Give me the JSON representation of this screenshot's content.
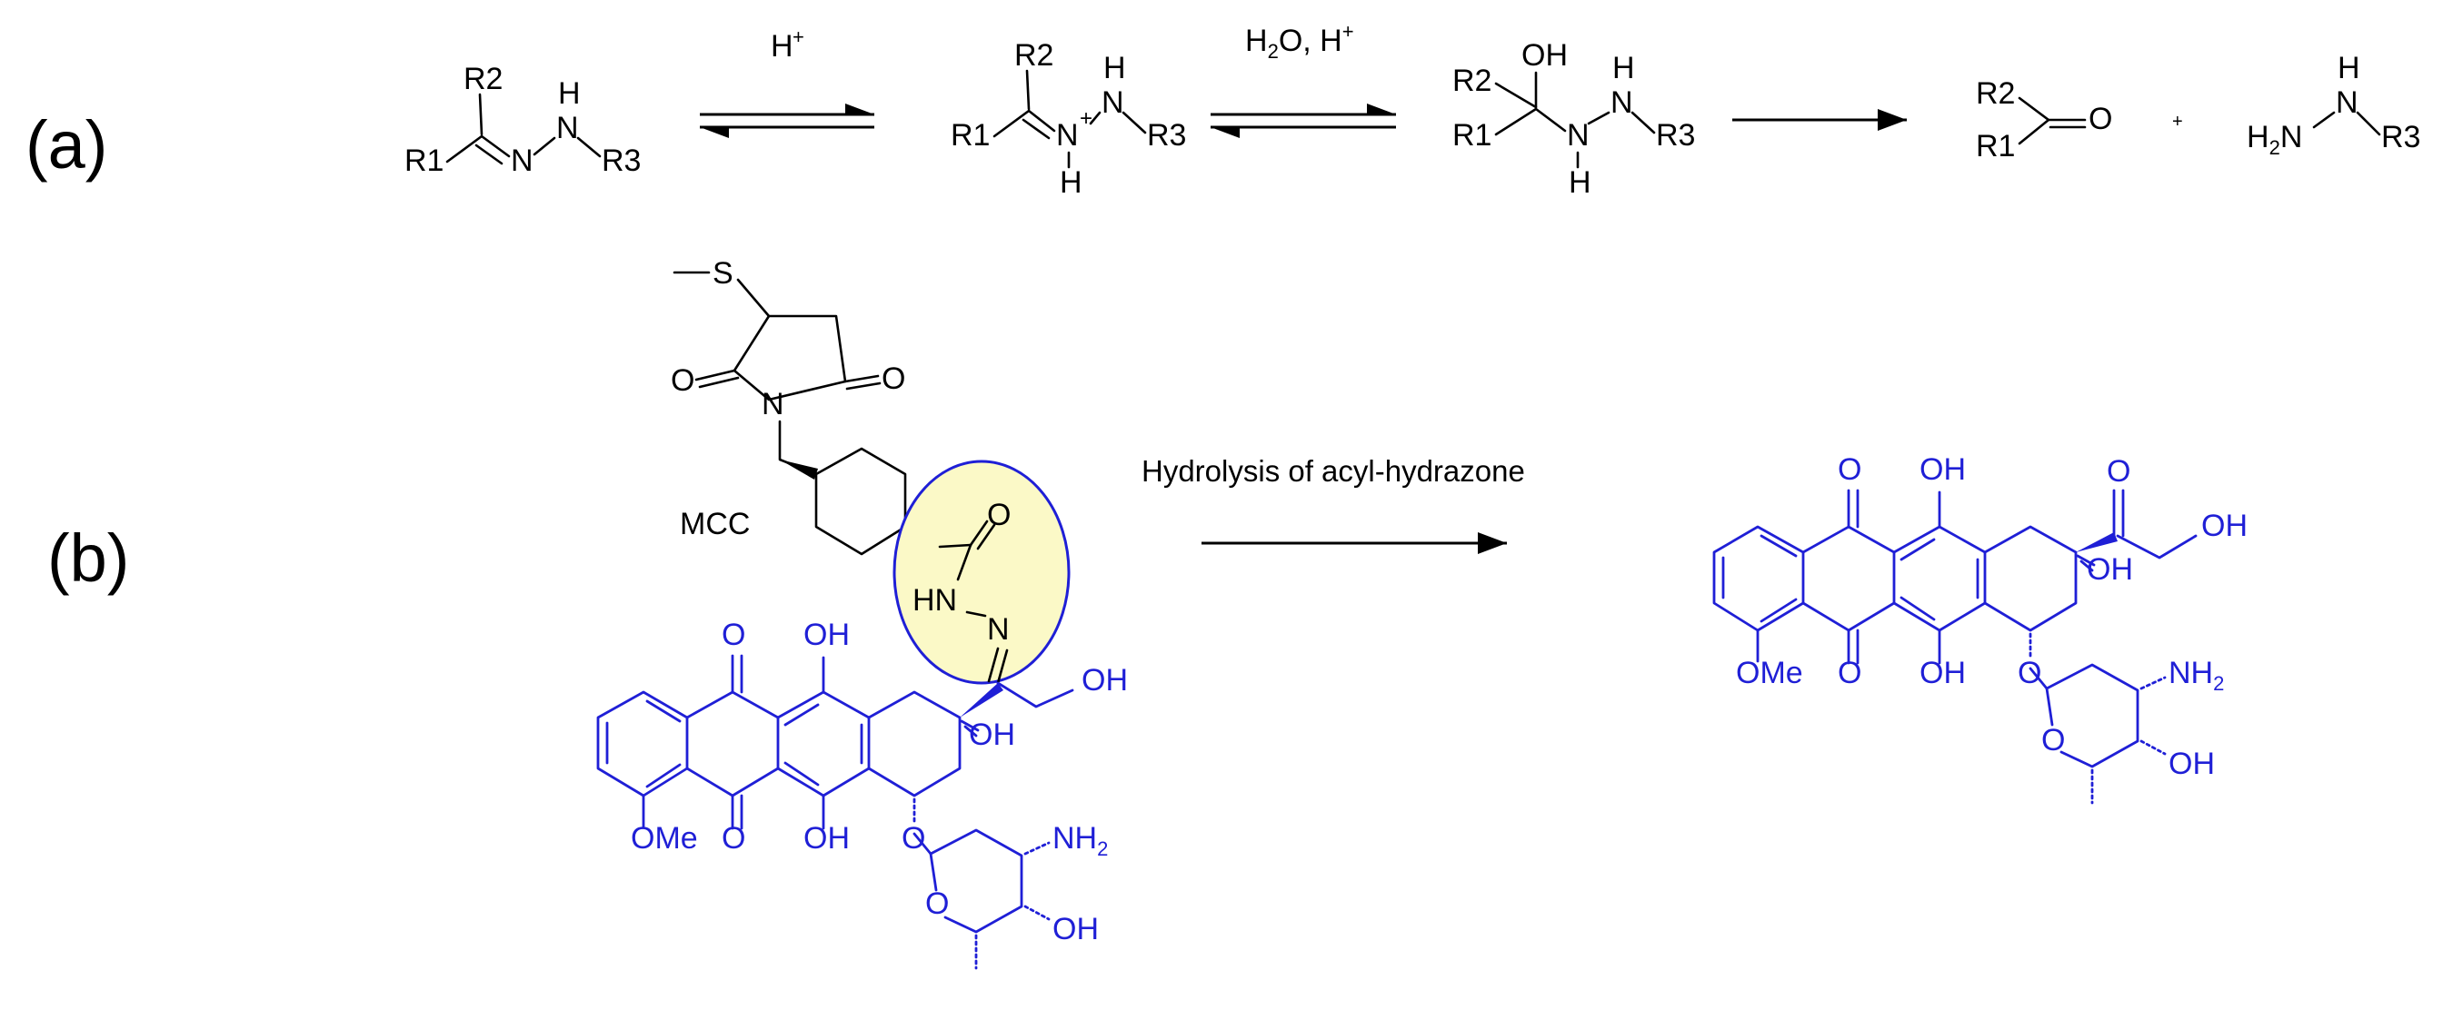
{
  "panels": {
    "a": {
      "label": "(a)"
    },
    "b": {
      "label": "(b)"
    }
  },
  "scheme_a": {
    "condition_1": "H",
    "condition_1_sup": "+",
    "condition_2_pre": "H",
    "condition_2_sub": "2",
    "condition_2_post": "O, H",
    "condition_2_sup": "+",
    "plus": "+",
    "atoms": {
      "R1": "R1",
      "R2": "R2",
      "R3": "R3",
      "N": "N",
      "H": "H",
      "O": "O",
      "OH": "OH",
      "H2N_H": "H",
      "H2N_2": "2",
      "H2N_N": "N",
      "Nplus": "+"
    }
  },
  "scheme_b": {
    "linker_label": "MCC",
    "reaction_label": "Hydrolysis of acyl-hydrazone",
    "atoms": {
      "S": "S",
      "O": "O",
      "N": "N",
      "HN": "HN",
      "OH": "OH",
      "OMe": "OMe",
      "NH2_NH": "NH",
      "NH2_2": "2",
      "H": "H"
    }
  },
  "colors": {
    "drug": "#1f1fd6",
    "highlight_fill": "#fbf9c7",
    "highlight_stroke": "#1f1fd6",
    "linker": "#000000"
  }
}
